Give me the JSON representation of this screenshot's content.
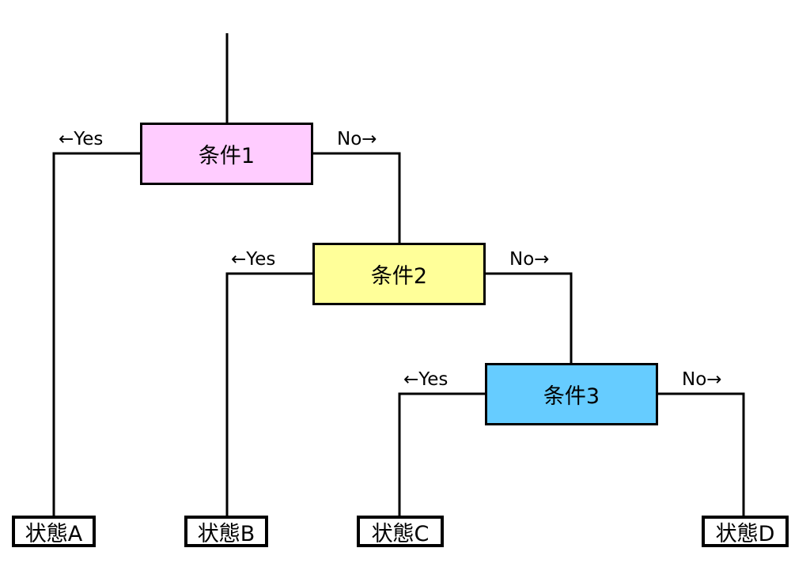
{
  "conditions": [
    {
      "label": "条件1",
      "color": "#ffccff"
    },
    {
      "label": "条件2",
      "color": "#ffff99"
    },
    {
      "label": "条件3",
      "color": "#66ccff"
    }
  ],
  "branch_labels": {
    "yes": "←Yes",
    "no": "No→"
  },
  "states": [
    "状態A",
    "状態B",
    "状態C",
    "状態D"
  ]
}
